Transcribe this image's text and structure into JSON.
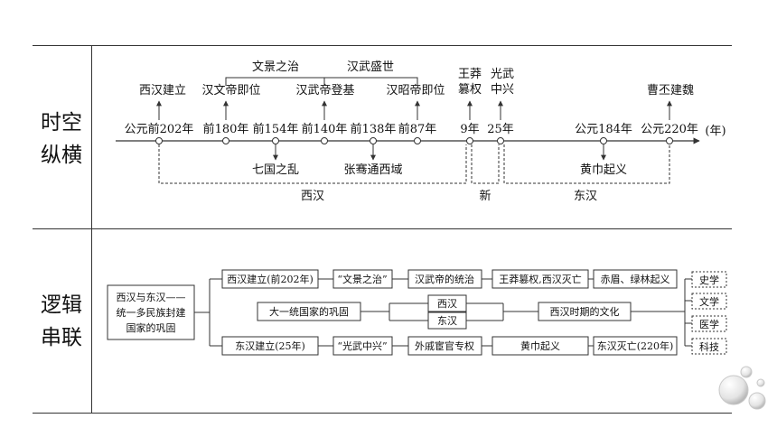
{
  "rows": {
    "top_label": [
      "时空",
      "纵横"
    ],
    "bottom_label": [
      "逻辑",
      "串联"
    ]
  },
  "timeline": {
    "dates": [
      "公元前202年",
      "前180年",
      "前154年",
      "前140年",
      "前138年",
      "前87年",
      "9年",
      "25年",
      "公元184年",
      "公元220年"
    ],
    "unit": "(年)",
    "events_above": [
      "西汉建立",
      "汉文帝即位",
      "汉武帝登基",
      "汉昭帝即位",
      "王莽\n篡权",
      "光武\n中兴",
      "曹丕建魏"
    ],
    "groups_above": [
      "文景之治",
      "汉武盛世"
    ],
    "events_below": [
      "七国之乱",
      "张骞通西域",
      "黄巾起义"
    ],
    "periods": [
      "西汉",
      "新",
      "东汉"
    ]
  },
  "logic": {
    "root": [
      "西汉与东汉——",
      "统一多民族封建",
      "国家的巩固"
    ],
    "top_boxes": [
      "西汉建立(前202年)",
      "“文景之治”",
      "汉武帝的统治",
      "王莽篡权,西汉灭亡",
      "赤眉、绿林起义"
    ],
    "bottom_boxes": [
      "东汉建立(25年)",
      "“光武中兴”",
      "外戚宦官专权",
      "黄巾起义",
      "东汉灭亡(220年)"
    ],
    "center_top": "西汉",
    "center_bottom": "东汉",
    "left_mid": "大一统国家的巩固",
    "right_mid": "西汉时期的文化",
    "culture": [
      "史学",
      "文学",
      "医学",
      "科技"
    ]
  }
}
